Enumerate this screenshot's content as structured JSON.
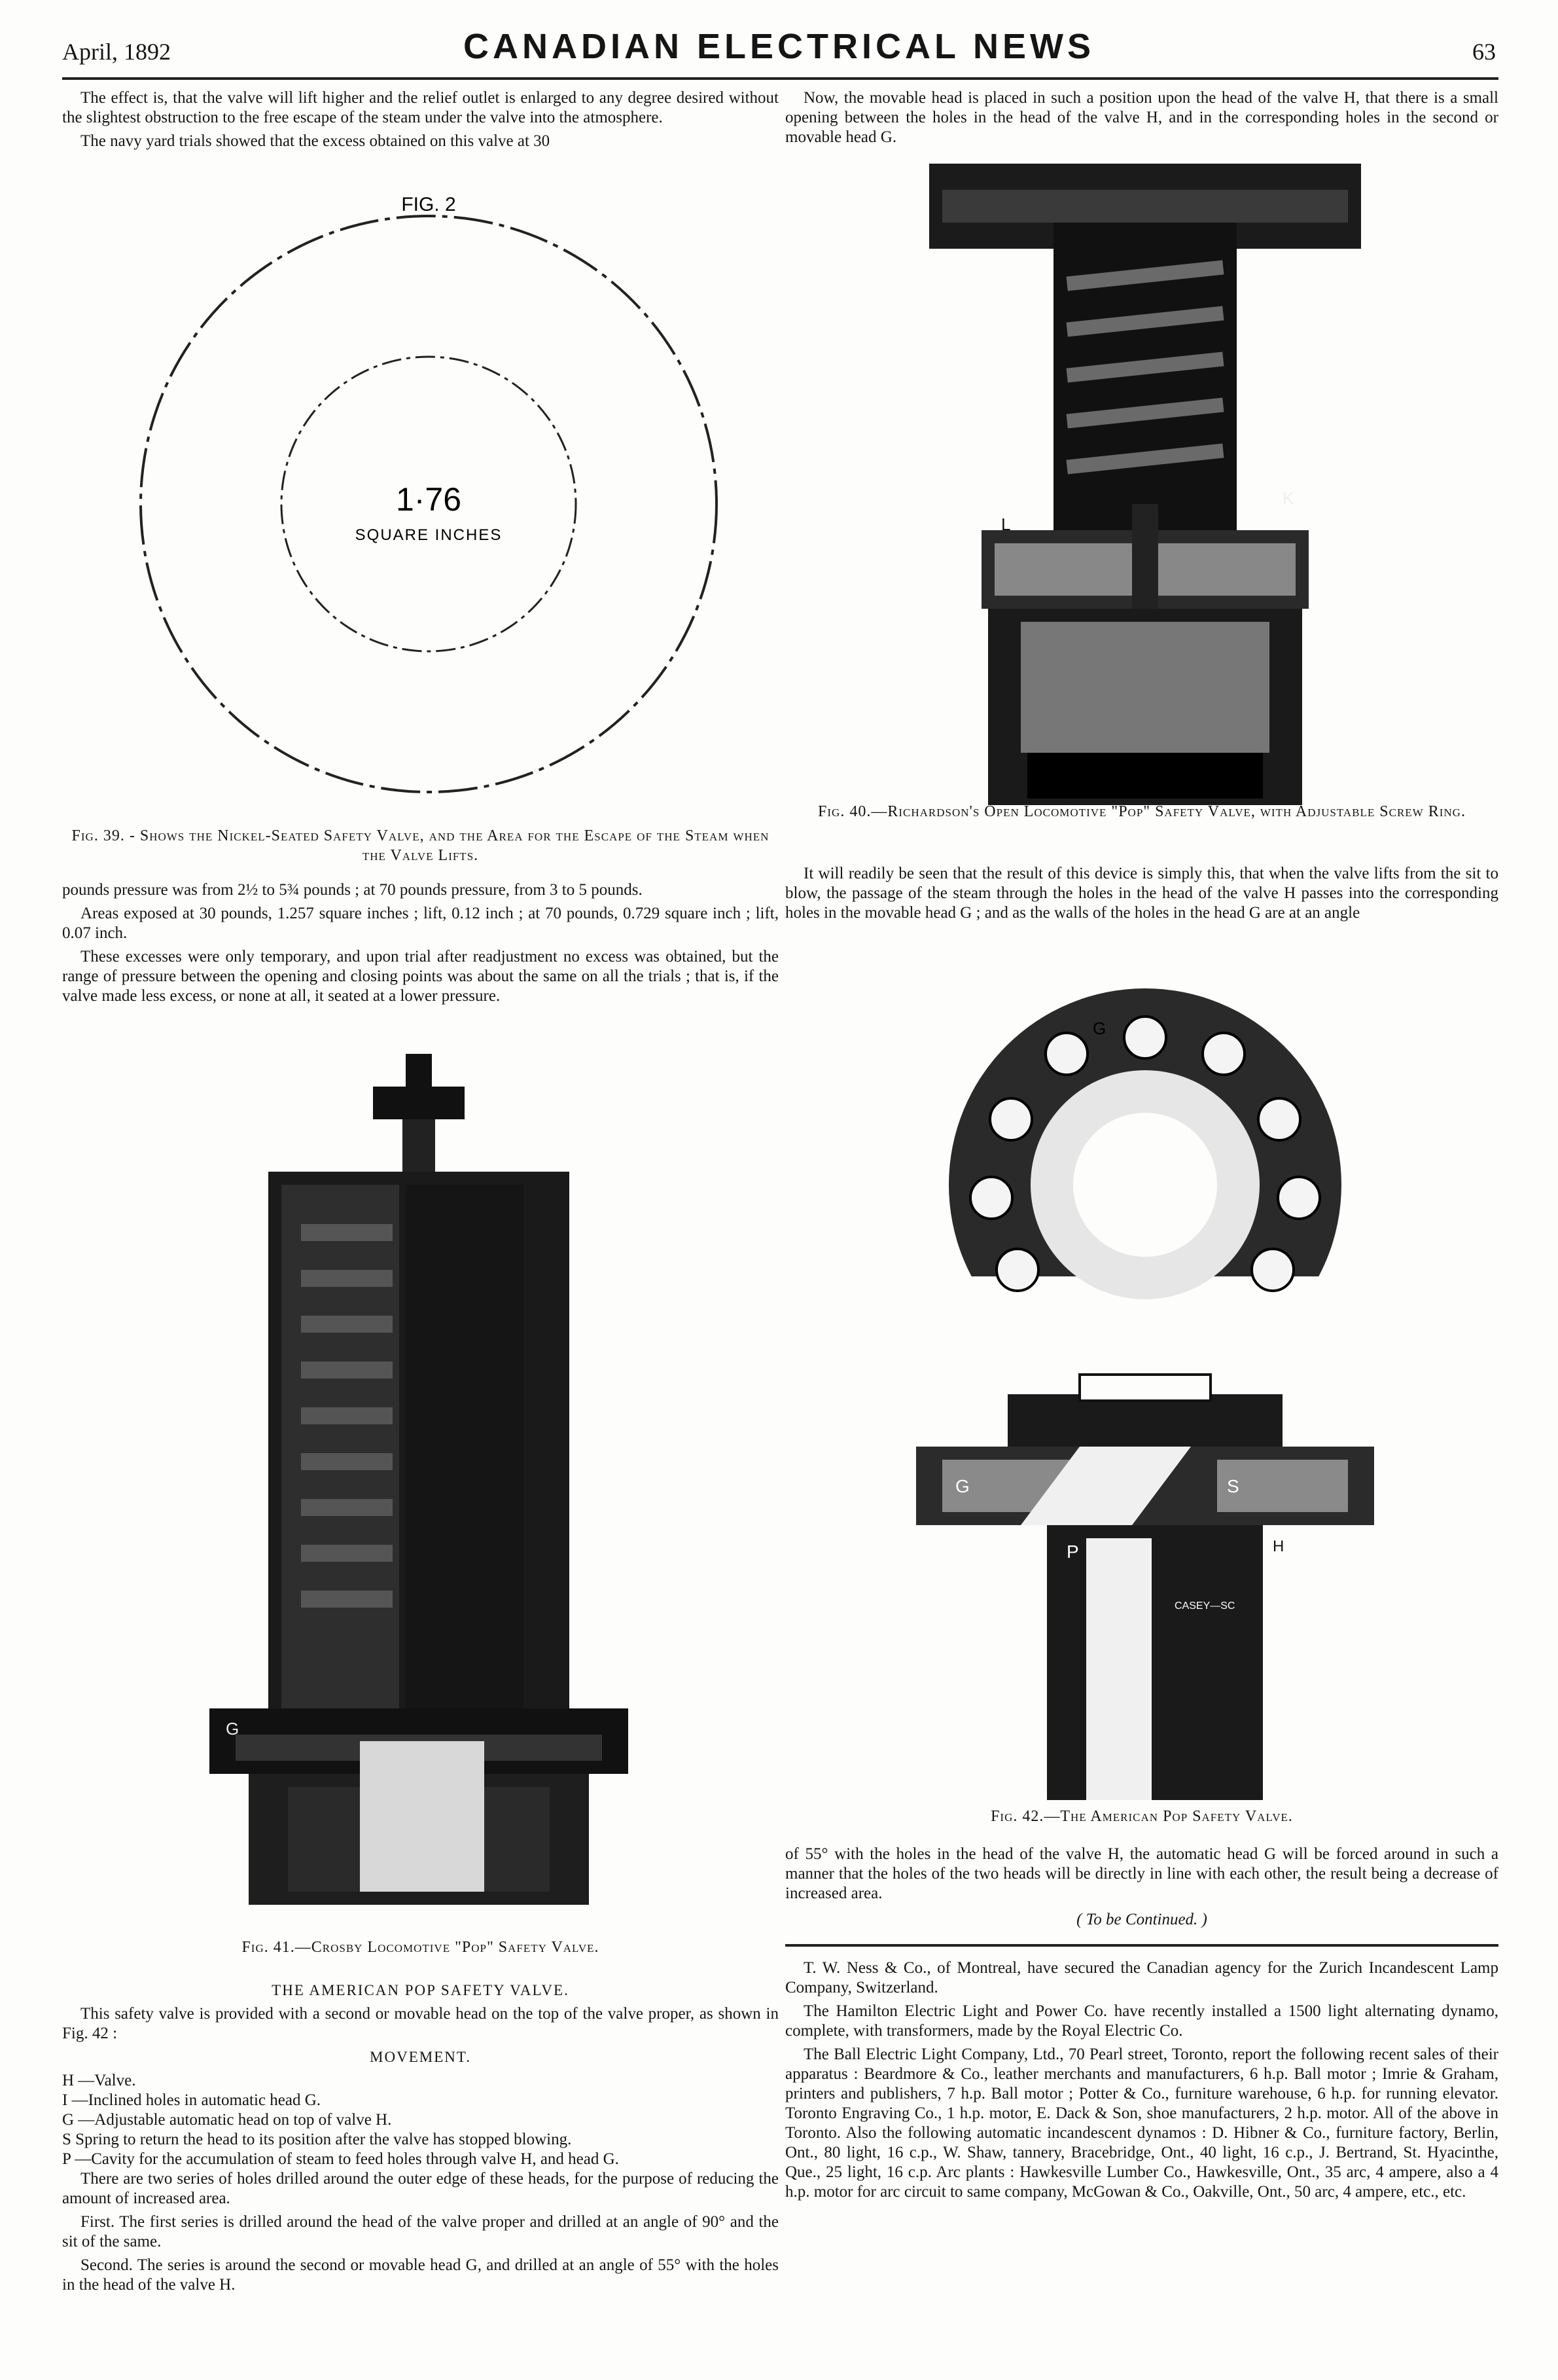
{
  "header": {
    "date": "April, 1892",
    "title": "CANADIAN ELECTRICAL NEWS",
    "page": "63"
  },
  "left_top": {
    "p1": "The effect is, that the valve will lift higher and the relief outlet is enlarged to any degree desired without the slightest obstruction to the free escape of the steam under the valve into the atmosphere.",
    "p2": "The navy yard trials showed that the excess obtained on this valve at 30"
  },
  "fig39": {
    "top_label": "FIG. 2",
    "value": "1·76",
    "unit": "SQUARE INCHES",
    "caption": "Fig. 39. - Shows the Nickel-Seated Safety Valve, and the Area for the Escape of the Steam when the Valve Lifts."
  },
  "left_mid": {
    "p1": "pounds pressure was from 2½ to 5¾ pounds ; at 70 pounds pressure, from 3 to 5 pounds.",
    "p2": "Areas exposed at 30 pounds, 1.257 square inches ; lift, 0.12 inch ; at 70 pounds, 0.729 square inch ; lift, 0.07 inch.",
    "p3": "These excesses were only temporary, and upon trial after readjustment no excess was obtained, but the range of pressure between the opening and closing points was about the same on all the trials ; that is, if the valve made less excess, or none at all, it seated at a lower pressure."
  },
  "fig41": {
    "label_g": "G",
    "caption": "Fig. 41.—Crosby Locomotive \"Pop\" Safety Valve."
  },
  "american": {
    "heading": "THE AMERICAN POP SAFETY VALVE.",
    "intro": "This safety valve is provided with a second or movable head on the top of the valve proper, as shown in Fig. 42 :",
    "movement": "MOVEMENT.",
    "items": [
      "H —Valve.",
      "I —Inclined holes in automatic head G.",
      "G —Adjustable automatic head on top of valve H.",
      "S  Spring to return the head to its position after the valve has stopped blowing.",
      "P —Cavity for the accumulation of steam to feed holes through valve H, and head G."
    ],
    "p1": "There are two series of holes drilled around the outer edge of these heads, for the purpose of reducing the amount of increased area.",
    "p2": "First. The first series is drilled around the head of the valve proper and drilled at an angle of 90° and the sit of the same.",
    "p3": "Second. The series is around the second or movable head G, and drilled at an angle of 55° with the holes in the head of the valve H."
  },
  "right_top": {
    "p1": "Now, the movable head is placed in such a position upon the head of the valve H, that there is a small opening between the holes in the head of the valve H, and in the corresponding holes in the second or movable head G."
  },
  "fig40": {
    "label_l": "L",
    "label_k": "K",
    "caption": "Fig. 40.—Richardson's Open Locomotive \"Pop\" Safety Valve, with Adjustable Screw Ring."
  },
  "right_mid": {
    "p1": "It will readily be seen that the result of this device is simply this, that when the valve lifts from the sit to blow, the passage of the steam through the holes in the head of the valve H passes into the corresponding holes in the movable head G ; and as the walls of the holes in the head G are at an angle"
  },
  "fig42": {
    "label_g_top": "G",
    "label_g": "G",
    "label_s": "S",
    "label_p": "P",
    "label_h": "H",
    "engraver": "CASEY—SC",
    "caption": "Fig. 42.—The American Pop Safety Valve."
  },
  "right_bottom": {
    "p1": "of 55° with the holes in the head of the valve H, the automatic head G will be forced around in such a manner that the holes of the two heads will be directly in line with each other, the result being a decrease of increased area.",
    "continued": "( To be Continued. )",
    "n1": "T. W. Ness & Co., of Montreal, have secured the Canadian agency for the Zurich Incandescent Lamp Company, Switzerland.",
    "n2": "The Hamilton Electric Light and Power Co. have recently installed a 1500 light alternating dynamo, complete, with transformers, made by the Royal Electric Co.",
    "n3": "The Ball Electric Light Company, Ltd., 70 Pearl street, Toronto, report the following recent sales of their apparatus : Beardmore & Co., leather merchants and manufacturers, 6 h.p. Ball motor ; Imrie & Graham, printers and publishers, 7 h.p. Ball motor ; Potter & Co., furniture warehouse, 6 h.p. for running elevator. Toronto Engraving Co., 1 h.p. motor, E. Dack & Son, shoe manufacturers, 2 h.p. motor. All of the above in Toronto. Also the following automatic incandescent dynamos : D. Hibner & Co., furniture factory, Berlin, Ont., 80 light, 16 c.p., W. Shaw, tannery, Bracebridge, Ont., 40 light, 16 c.p., J. Bertrand, St. Hyacinthe, Que., 25 light, 16 c.p. Arc plants : Hawkesville Lumber Co., Hawkesville, Ont., 35 arc, 4 ampere, also a 4 h.p. motor for arc circuit to same company, McGowan & Co., Oakville, Ont., 50 arc, 4 ampere, etc., etc."
  }
}
